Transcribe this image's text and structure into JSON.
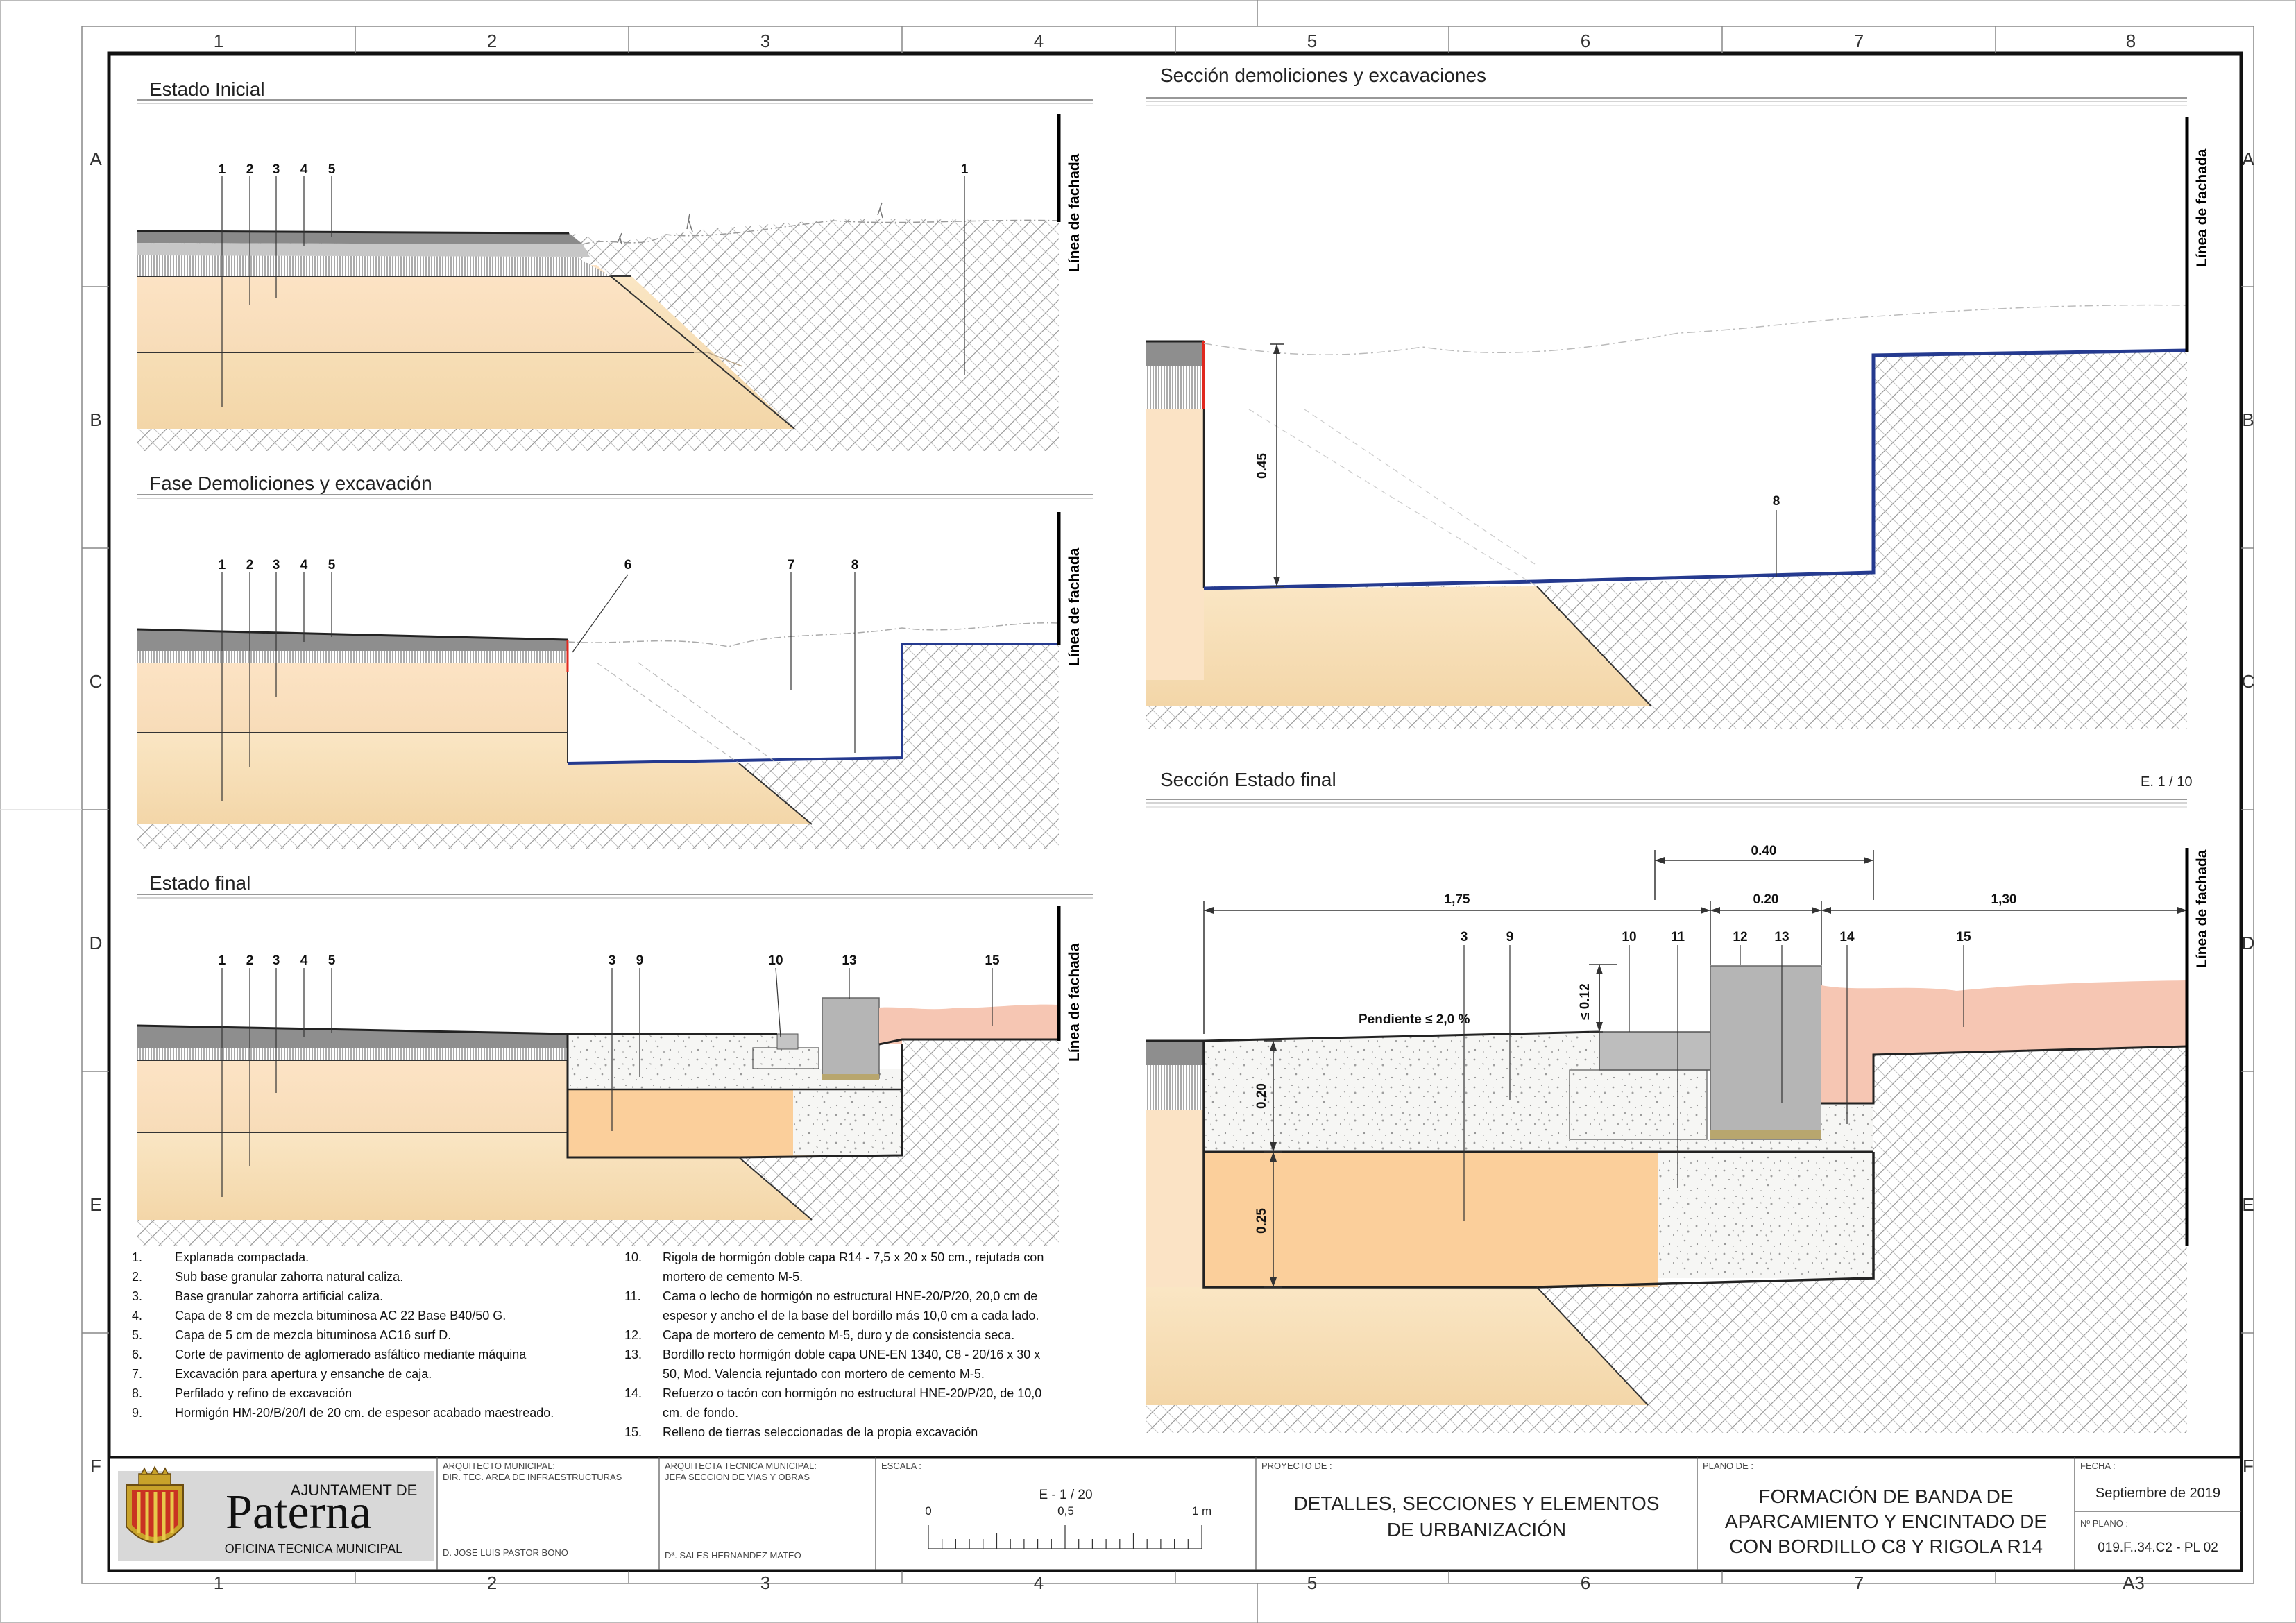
{
  "grid": {
    "columns": [
      "1",
      "2",
      "3",
      "4",
      "5",
      "6",
      "7",
      "8"
    ],
    "rows": [
      "A",
      "B",
      "C",
      "D",
      "E",
      "F"
    ]
  },
  "panels": {
    "estado_inicial": {
      "title": "Estado Inicial",
      "labels": [
        "1",
        "2",
        "3",
        "4",
        "5",
        "1"
      ]
    },
    "fase_demoliciones": {
      "title": "Fase Demoliciones y excavación",
      "labels": [
        "1",
        "2",
        "3",
        "4",
        "5",
        "6",
        "7",
        "8"
      ]
    },
    "estado_final": {
      "title": "Estado final",
      "labels": [
        "1",
        "2",
        "3",
        "4",
        "5",
        "3",
        "9",
        "10",
        "13",
        "15"
      ]
    },
    "seccion_demoliciones": {
      "title": "Sección demoliciones y excavaciones",
      "dim": "0.45",
      "label": "8"
    },
    "seccion_final": {
      "title": "Sección Estado final",
      "scale": "E. 1 / 10",
      "dims": {
        "d040": "0.40",
        "d175": "1,75",
        "d020": "0.20",
        "d130": "1,30",
        "d012": "≤ 0.12",
        "v020": "0.20",
        "v025": "0.25"
      },
      "slope": "Pendiente ≤ 2,0 %",
      "labels": [
        "3",
        "9",
        "10",
        "11",
        "12",
        "13",
        "14",
        "15"
      ]
    },
    "fachada_label": "Línea de fachada"
  },
  "legend": [
    {
      "n": "1.",
      "lines": [
        "Explanada compactada."
      ]
    },
    {
      "n": "2.",
      "lines": [
        "Sub base granular zahorra natural caliza."
      ]
    },
    {
      "n": "3.",
      "lines": [
        "Base granular zahorra artificial caliza."
      ]
    },
    {
      "n": "4.",
      "lines": [
        "Capa de 8 cm de mezcla bituminosa AC 22 Base B40/50 G."
      ]
    },
    {
      "n": "5.",
      "lines": [
        "Capa de 5 cm de mezcla bituminosa AC16 surf D."
      ]
    },
    {
      "n": "6.",
      "lines": [
        "Corte de pavimento de aglomerado asfáltico mediante máquina"
      ]
    },
    {
      "n": "7.",
      "lines": [
        "Excavación para apertura y ensanche de caja."
      ]
    },
    {
      "n": "8.",
      "lines": [
        "Perfilado y refino de excavación"
      ]
    },
    {
      "n": "9.",
      "lines": [
        "Hormigón HM-20/B/20/I de 20 cm. de espesor acabado maestreado."
      ]
    },
    {
      "n": "10.",
      "lines": [
        "Rigola de hormigón doble capa R14 - 7,5 x 20 x 50 cm., rejutada con",
        "mortero de cemento M-5."
      ]
    },
    {
      "n": "11.",
      "lines": [
        "Cama o lecho de hormigón no estructural HNE-20/P/20, 20,0 cm de",
        "espesor y ancho el de la base del bordillo más 10,0 cm a cada lado."
      ]
    },
    {
      "n": "12.",
      "lines": [
        "Capa de mortero de cemento M-5, duro y de consistencia seca."
      ]
    },
    {
      "n": "13.",
      "lines": [
        "Bordillo recto hormigón doble capa UNE-EN 1340, C8 - 20/16 x 30 x",
        "50, Mod. Valencia rejuntado con mortero de cemento M-5."
      ]
    },
    {
      "n": "14.",
      "lines": [
        "Refuerzo o tacón con hormigón no estructural HNE-20/P/20, de 10,0",
        "cm. de fondo."
      ]
    },
    {
      "n": "15.",
      "lines": [
        "Relleno de tierras seleccionadas de la propia excavación"
      ]
    }
  ],
  "titleblock": {
    "org_line1": "AJUNTAMENT DE",
    "org_name": "Paterna",
    "org_line2": "OFICINA TECNICA MUNICIPAL",
    "arq_role1": "ARQUITECTO MUNICIPAL:",
    "arq_role2": "DIR. TEC. AREA DE INFRAESTRUCTURAS",
    "arq_name": "D. JOSE LUIS PASTOR BONO",
    "arqt_role1": "ARQUITECTA TECNICA MUNICIPAL:",
    "arqt_role2": "JEFA SECCION DE VIAS Y OBRAS",
    "arqt_name": "Dª. SALES HERNANDEZ MATEO",
    "escala_label": "ESCALA :",
    "escala_value": "E - 1 / 20",
    "scale_ticks": [
      "0",
      "0,5",
      "1 m"
    ],
    "proyecto_label": "PROYECTO DE :",
    "proyecto_lines": [
      "DETALLES, SECCIONES Y ELEMENTOS",
      "DE URBANIZACIÓN"
    ],
    "plano_label": "PLANO DE :",
    "plano_lines": [
      "FORMACIÓN DE BANDA DE",
      "APARCAMIENTO Y ENCINTADO DE",
      "CON BORDILLO C8 Y RIGOLA R14"
    ],
    "fecha_label": "FECHA :",
    "fecha_value": "Septiembre de 2019",
    "nplano_label": "Nº PLANO :",
    "nplano_value": "019.F..34.C2 - PL 02",
    "format": "A3"
  }
}
